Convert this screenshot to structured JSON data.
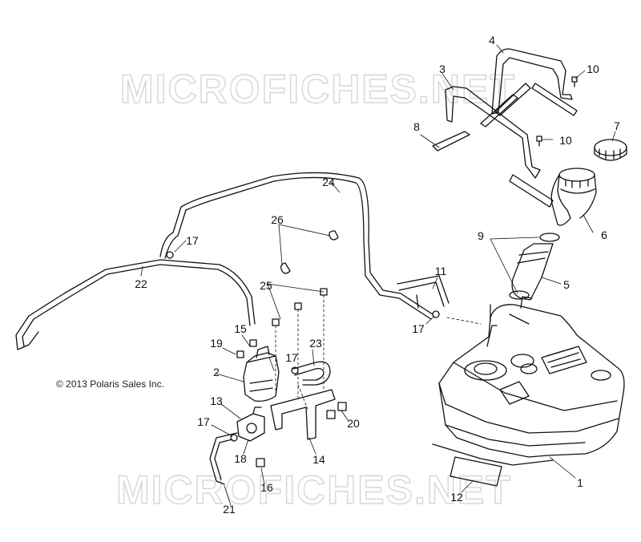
{
  "watermark": {
    "text": "MICROFICHES.NET"
  },
  "copyright": "© 2013 Polaris Sales Inc.",
  "callouts": [
    {
      "id": "c1",
      "label": "1"
    },
    {
      "id": "c2",
      "label": "2"
    },
    {
      "id": "c3",
      "label": "3"
    },
    {
      "id": "c4",
      "label": "4"
    },
    {
      "id": "c5",
      "label": "5"
    },
    {
      "id": "c6",
      "label": "6"
    },
    {
      "id": "c7",
      "label": "7"
    },
    {
      "id": "c8",
      "label": "8"
    },
    {
      "id": "c9",
      "label": "9"
    },
    {
      "id": "c10a",
      "label": "10"
    },
    {
      "id": "c10b",
      "label": "10"
    },
    {
      "id": "c11",
      "label": "11"
    },
    {
      "id": "c12",
      "label": "12"
    },
    {
      "id": "c13",
      "label": "13"
    },
    {
      "id": "c14",
      "label": "14"
    },
    {
      "id": "c15",
      "label": "15"
    },
    {
      "id": "c16",
      "label": "16"
    },
    {
      "id": "c17a",
      "label": "17"
    },
    {
      "id": "c17b",
      "label": "17"
    },
    {
      "id": "c17c",
      "label": "17"
    },
    {
      "id": "c17d",
      "label": "17"
    },
    {
      "id": "c18",
      "label": "18"
    },
    {
      "id": "c19",
      "label": "19"
    },
    {
      "id": "c20",
      "label": "20"
    },
    {
      "id": "c21",
      "label": "21"
    },
    {
      "id": "c22",
      "label": "22"
    },
    {
      "id": "c23",
      "label": "23"
    },
    {
      "id": "c24",
      "label": "24"
    },
    {
      "id": "c25",
      "label": "25"
    },
    {
      "id": "c26",
      "label": "26"
    }
  ]
}
